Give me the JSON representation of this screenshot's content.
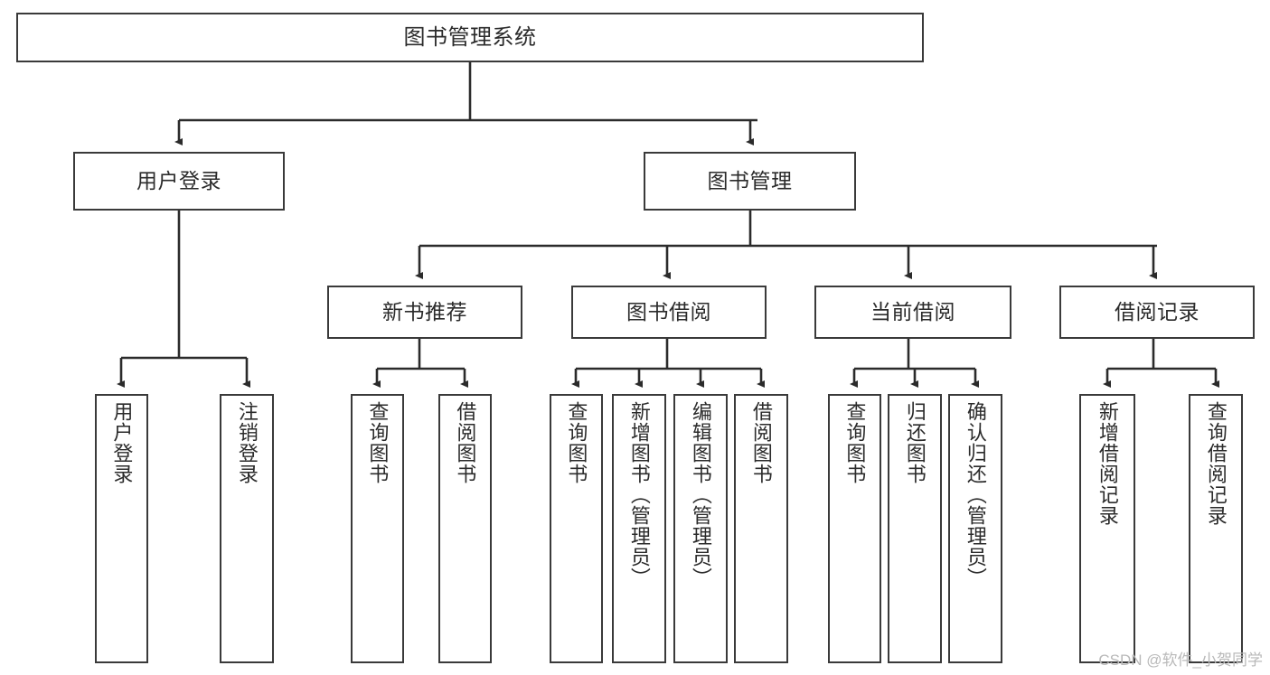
{
  "diagram": {
    "title": "图书管理系统",
    "type": "tree-hierarchy",
    "watermark": "CSDN @软件_小贺同学",
    "colors": {
      "border": "#3a3a3a",
      "background": "#ffffff",
      "text": "#2b2b2b",
      "edge": "#2b2b2b",
      "watermark": "#b9b9b9"
    },
    "nodes": {
      "root": {
        "label": "图书管理系统"
      },
      "level2": [
        {
          "id": "user-login",
          "label": "用户登录"
        },
        {
          "id": "book-manage",
          "label": "图书管理"
        }
      ],
      "level3": [
        {
          "id": "new-book-recommend",
          "label": "新书推荐"
        },
        {
          "id": "book-borrow",
          "label": "图书借阅"
        },
        {
          "id": "current-borrow",
          "label": "当前借阅"
        },
        {
          "id": "borrow-record",
          "label": "借阅记录"
        }
      ],
      "leaves": {
        "user-login": [
          {
            "id": "leaf-user-login",
            "label": "用户登录"
          },
          {
            "id": "leaf-user-logout",
            "label": "注销登录"
          }
        ],
        "new-book-recommend": [
          {
            "id": "leaf-query-book-1",
            "label": "查询图书"
          },
          {
            "id": "leaf-borrow-book-1",
            "label": "借阅图书"
          }
        ],
        "book-borrow": [
          {
            "id": "leaf-query-book-2",
            "label": "查询图书"
          },
          {
            "id": "leaf-add-book",
            "label": "新增图书（管理员）"
          },
          {
            "id": "leaf-edit-book",
            "label": "编辑图书（管理员）"
          },
          {
            "id": "leaf-borrow-book-2",
            "label": "借阅图书"
          }
        ],
        "current-borrow": [
          {
            "id": "leaf-query-book-3",
            "label": "查询图书"
          },
          {
            "id": "leaf-return-book",
            "label": "归还图书"
          },
          {
            "id": "leaf-confirm-return",
            "label": "确认归还（管理员）"
          }
        ],
        "borrow-record": [
          {
            "id": "leaf-add-record",
            "label": "新增借阅记录"
          },
          {
            "id": "leaf-query-record",
            "label": "查询借阅记录"
          }
        ]
      }
    }
  }
}
